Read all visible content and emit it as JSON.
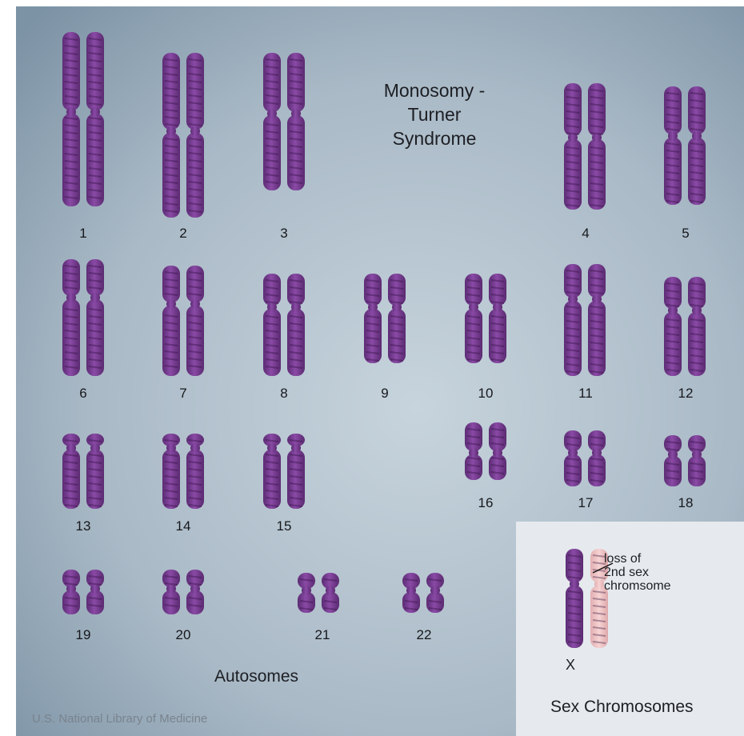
{
  "title": "Monosomy -\nTurner\nSyndrome",
  "autosomes_label": "Autosomes",
  "sex_chromosomes_label": "Sex Chromosomes",
  "credit": "U.S. National Library of Medicine",
  "x_label": "X",
  "loss_note": "loss of\n2nd sex\nchromsome",
  "colors": {
    "chromosome": "#7e3f98",
    "chromosome_dark": "#5a2a72",
    "lost": "#efc4c4",
    "background_top": "#7e95a7",
    "background_center": "#c4d1db",
    "sex_panel": "#e8ecef"
  },
  "chromosomes": [
    {
      "label": "1"
    },
    {
      "label": "2"
    },
    {
      "label": "3"
    },
    {
      "label": "4"
    },
    {
      "label": "5"
    },
    {
      "label": "6"
    },
    {
      "label": "7"
    },
    {
      "label": "8"
    },
    {
      "label": "9"
    },
    {
      "label": "10"
    },
    {
      "label": "11"
    },
    {
      "label": "12"
    },
    {
      "label": "13"
    },
    {
      "label": "14"
    },
    {
      "label": "15"
    },
    {
      "label": "16"
    },
    {
      "label": "17"
    },
    {
      "label": "18"
    },
    {
      "label": "19"
    },
    {
      "label": "20"
    },
    {
      "label": "21"
    },
    {
      "label": "22"
    }
  ]
}
